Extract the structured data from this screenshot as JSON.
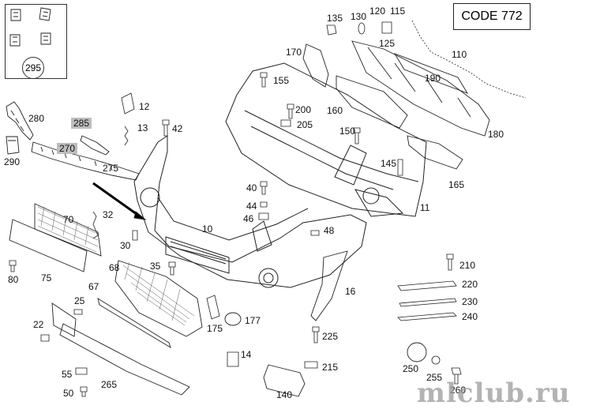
{
  "code_label": "CODE 772",
  "kit_label": "295",
  "watermark": "mlclub.ru",
  "callouts": {
    "c10": "10",
    "c11": "11",
    "c12": "12",
    "c13": "13",
    "c14": "14",
    "c16": "16",
    "c22": "22",
    "c25": "25",
    "c30": "30",
    "c32": "32",
    "c35": "35",
    "c40": "40",
    "c42": "42",
    "c44": "44",
    "c46": "46",
    "c48": "48",
    "c50": "50",
    "c55": "55",
    "c67": "67",
    "c68": "68",
    "c70": "70",
    "c75": "75",
    "c80": "80",
    "c110": "110",
    "c115": "115",
    "c120": "120",
    "c125": "125",
    "c130": "130",
    "c135": "135",
    "c140": "140",
    "c145": "145",
    "c150": "150",
    "c155": "155",
    "c160": "160",
    "c165": "165",
    "c170": "170",
    "c175": "175",
    "c177": "177",
    "c180": "180",
    "c190": "190",
    "c200": "200",
    "c205": "205",
    "c210": "210",
    "c215": "215",
    "c220": "220",
    "c225": "225",
    "c230": "230",
    "c240": "240",
    "c250": "250",
    "c255": "255",
    "c260": "260",
    "c265": "265",
    "c270": "270",
    "c275": "275",
    "c280": "280",
    "c285": "285",
    "c290": "290"
  }
}
